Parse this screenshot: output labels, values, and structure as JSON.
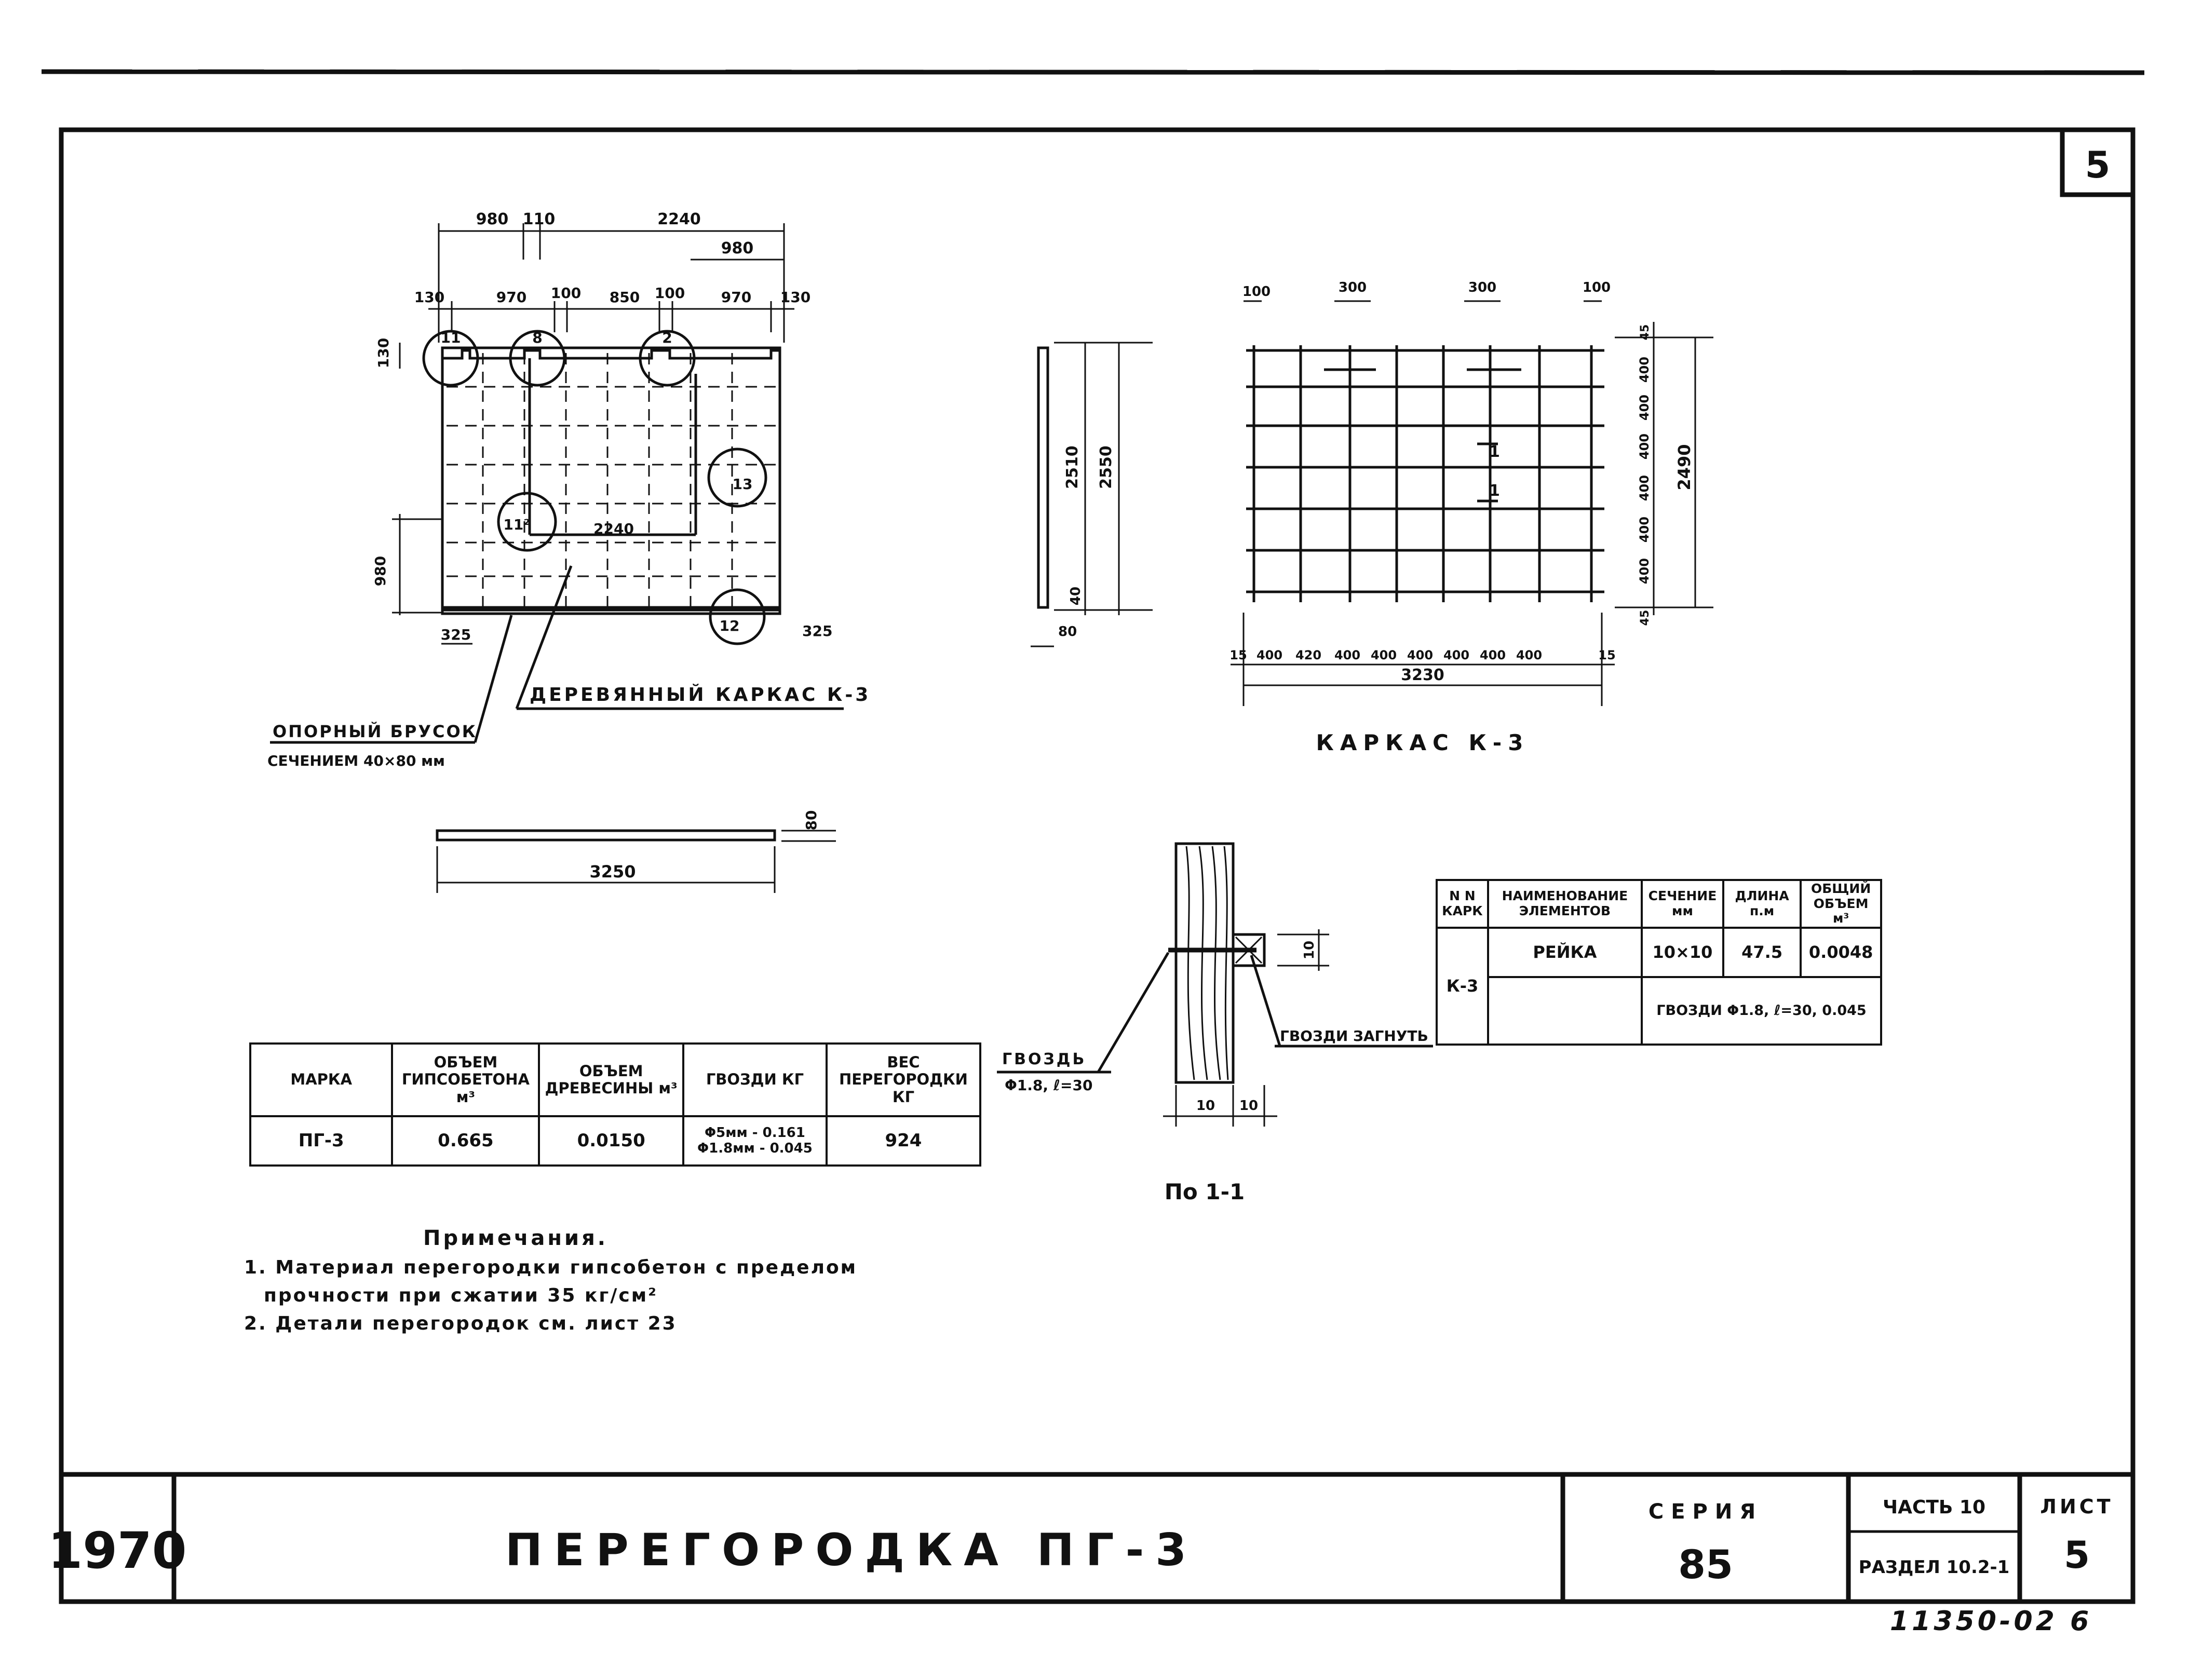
{
  "sheet_number": "5",
  "corner_number": "11350-02  6",
  "plan": {
    "dims_top": {
      "d980": "980",
      "d110": "110",
      "d2240": "2240",
      "d980b": "980",
      "d130a": "130",
      "d970a": "970",
      "d100a": "100",
      "d850": "850",
      "d100b": "100",
      "d970b": "970",
      "d130b": "130"
    },
    "dim_left_130": "130",
    "dim_left_980": "980",
    "dim_inner_2240": "2240",
    "dim_325_left": "325",
    "dim_325_right": "325",
    "callouts": [
      "11",
      "8",
      "2",
      "13",
      "11²",
      "12"
    ],
    "label_frame": "ДЕРЕВЯННЫЙ КАРКАС К-3",
    "label_bar_1": "ОПОРНЫЙ БРУСОК",
    "label_bar_2": "СЕЧЕНИЕМ 40×80 мм"
  },
  "side": {
    "d2510": "2510",
    "d2550": "2550",
    "d40": "40",
    "d80": "80"
  },
  "frame": {
    "title": "КАРКАС   К-3",
    "top_dims": [
      "100",
      "300",
      "300",
      "100"
    ],
    "bottom_dims": [
      "15",
      "400",
      "420",
      "400",
      "400",
      "400",
      "400",
      "400",
      "400",
      "15"
    ],
    "total_width": "3230",
    "right_dims": [
      "45",
      "400",
      "400",
      "400",
      "400",
      "400",
      "400",
      "45"
    ],
    "total_height": "2490",
    "section_mark_top": "1",
    "section_mark_bottom": "1"
  },
  "bottom_view": {
    "d3250": "3250",
    "d80": "80"
  },
  "section": {
    "caption": "По 1-1",
    "d10_vert": "10",
    "d10_a": "10",
    "d10_b": "10",
    "nail_label_1": "ГВОЗДЬ",
    "nail_label_2": "Φ1.8, ℓ=30",
    "nails_bend": "ГВОЗДИ ЗАГНУТЬ"
  },
  "weight_table": {
    "headers": [
      "МАРКА",
      "ОБЪЕМ ГИПСОБЕТОНА м³",
      "ОБЪЕМ ДРЕВЕСИНЫ м³",
      "ГВОЗДИ КГ",
      "ВЕС ПЕРЕГОРОДКИ КГ"
    ],
    "row": {
      "mark": "ПГ-3",
      "gypsum": "0.665",
      "wood": "0.0150",
      "nails_1": "Φ5мм - 0.161",
      "nails_2": "Φ1.8мм - 0.045",
      "weight": "924"
    }
  },
  "spec_table": {
    "headers": [
      "N N КАРК",
      "НАИМЕНОВАНИЕ ЭЛЕМЕНТОВ",
      "СЕЧЕНИЕ мм",
      "ДЛИНА п.м",
      "ОБЩИЙ ОБЪЕМ м³"
    ],
    "mark": "К-3",
    "row1": {
      "name": "РЕЙКА",
      "section": "10×10",
      "length": "47.5",
      "volume": "0.0048"
    },
    "row2": {
      "nails": "ГВОЗДИ Φ1.8, ℓ=30, 0.045"
    }
  },
  "notes": {
    "title": "Примечания.",
    "n1a": "1. Материал перегородки гипсобетон с пределом",
    "n1b": "прочности при сжатии  35 кг/см²",
    "n2": "2. Детали перегородок  см. лист 23"
  },
  "title_block": {
    "year": "1970",
    "title": "ПЕРЕГОРОДКА  ПГ-3",
    "series_label": "СЕРИЯ",
    "series_value": "85",
    "part": "ЧАСТЬ 10",
    "section": "РАЗДЕЛ 10.2-1",
    "sheet_label": "ЛИСТ",
    "sheet_value": "5"
  }
}
